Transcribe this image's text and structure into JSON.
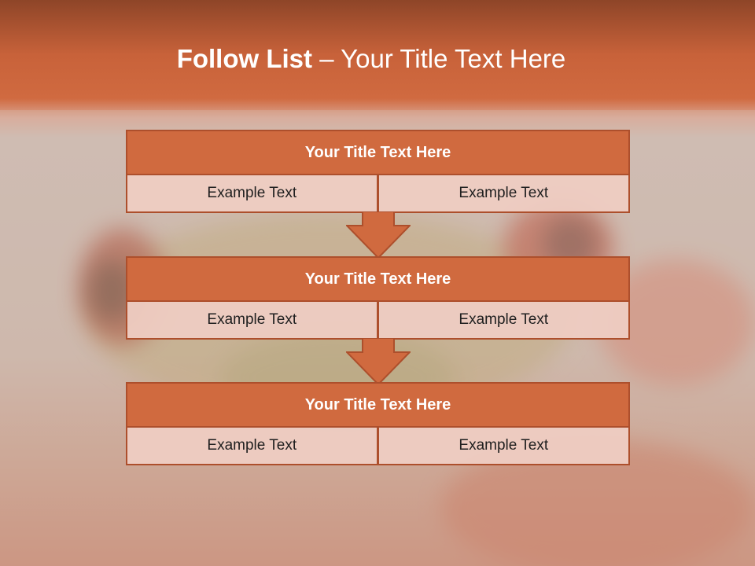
{
  "slide": {
    "title_bold": "Follow List ",
    "title_rest": " – Your Title Text Here",
    "boxes": [
      {
        "title": "Your Title Text Here",
        "left": "Example Text",
        "right": "Example Text"
      },
      {
        "title": "Your Title Text Here",
        "left": "Example Text",
        "right": "Example Text"
      },
      {
        "title": "Your Title Text Here",
        "left": "Example Text",
        "right": "Example Text"
      }
    ]
  },
  "colors": {
    "header_fill": "#d06a3f",
    "border": "#ad4f2c",
    "cell_fill": "#eeccc2",
    "title_text": "#ffffff"
  }
}
